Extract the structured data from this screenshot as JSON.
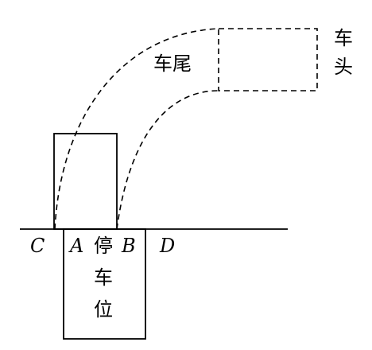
{
  "labels": {
    "c": "C",
    "a": "A",
    "b": "B",
    "d": "D",
    "space_1": "停",
    "space_2": "车",
    "space_3": "位",
    "rear": "车尾",
    "front_1": "车",
    "front_2": "头"
  },
  "lines": {
    "solid": "solid",
    "dashed": "dashed"
  }
}
